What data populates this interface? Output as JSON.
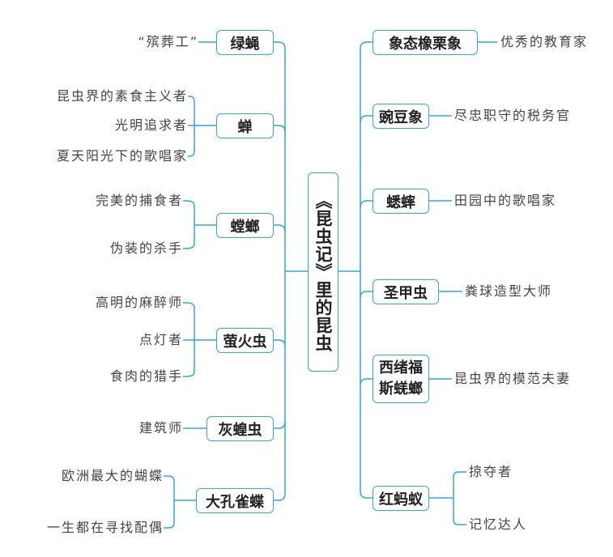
{
  "center_title": "《昆虫记》里的昆虫",
  "left": [
    {
      "name": "绿蝇",
      "traits": [
        "“殡葬工”"
      ]
    },
    {
      "name": "蝉",
      "traits": [
        "昆虫界的素食主义者",
        "光明追求者",
        "夏天阳光下的歌唱家"
      ]
    },
    {
      "name": "螳螂",
      "traits": [
        "完美的捕食者",
        "伪装的杀手"
      ]
    },
    {
      "name": "萤火虫",
      "traits": [
        "高明的麻醉师",
        "点灯者",
        "食肉的猎手"
      ]
    },
    {
      "name": "灰蝗虫",
      "traits": [
        "建筑师"
      ]
    },
    {
      "name": "大孔雀蝶",
      "traits": [
        "欧洲最大的蝴蝶",
        "一生都在寻找配偶"
      ]
    }
  ],
  "right": [
    {
      "name": "象态橡栗象",
      "traits": [
        "优秀的教育家"
      ]
    },
    {
      "name": "豌豆象",
      "traits": [
        "尽忠职守的税务官"
      ]
    },
    {
      "name": "蟋蟀",
      "traits": [
        "田园中的歌唱家"
      ]
    },
    {
      "name": "圣甲虫",
      "traits": [
        "粪球造型大师"
      ]
    },
    {
      "name_lines": [
        "西绪福",
        "斯蜣螂"
      ],
      "traits": [
        "昆虫界的模范夫妻"
      ]
    },
    {
      "name": "红蚂蚁",
      "traits": [
        "掠夺者",
        "记忆达人"
      ]
    }
  ]
}
